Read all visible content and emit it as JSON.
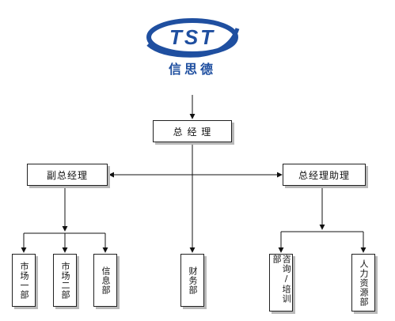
{
  "logo": {
    "mark_text": "TST",
    "company_name": "信思德",
    "brand_color": "#1f4fa0"
  },
  "org_chart": {
    "general_manager": "总 经 理",
    "deputy_gm": "副总经理",
    "gm_assistant": "总经理助理",
    "departments": {
      "market_1": "市场一部",
      "market_2": "市场二部",
      "information": "信息部",
      "finance": "财务部",
      "consulting": "咨询/培训部",
      "hr": "人力资源部"
    }
  }
}
